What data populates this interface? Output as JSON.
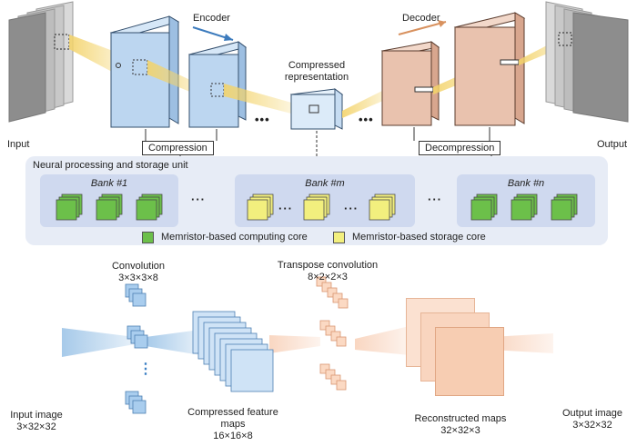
{
  "top": {
    "input_label": "Input",
    "output_label": "Output",
    "encoder_label": "Encoder",
    "decoder_label": "Decoder",
    "compressed_label_1": "Compressed",
    "compressed_label_2": "representation",
    "compression_label": "Compression",
    "decompression_label": "Decompression",
    "ellipsis": "•••"
  },
  "unit": {
    "title": "Neural processing and storage unit",
    "banks": [
      {
        "label": "Bank #1",
        "core": "computing"
      },
      {
        "label": "Bank #m",
        "core": "storage"
      },
      {
        "label": "Bank #n",
        "core": "computing"
      }
    ],
    "between_dots": "···",
    "legend": [
      {
        "label": "Memristor-based computing core",
        "color": "#6cc04a"
      },
      {
        "label": "Memristor-based storage core",
        "color": "#f2ef7e"
      }
    ]
  },
  "bottom": {
    "input_label_1": "Input image",
    "input_label_2": "3×32×32",
    "conv_label_1": "Convolution",
    "conv_label_2": "3×3×3×8",
    "compressed_label_1": "Compressed feature",
    "compressed_label_2": "maps",
    "compressed_label_3": "16×16×8",
    "transpose_label_1": "Transpose convolution",
    "transpose_label_2": "8×2×2×3",
    "recon_label_1": "Reconstructed maps",
    "recon_label_2": "32×32×3",
    "output_label_1": "Output image",
    "output_label_2": "3×32×32",
    "vdots": "⋮"
  },
  "colors": {
    "encoder_blue": "#bcd6f0",
    "decoder_tan": "#e9c2ae",
    "conv_blue": "#a9cdee",
    "recon_peach": "#f7cdb2",
    "computing_green": "#6cc04a",
    "storage_yellow": "#f2ef7e"
  }
}
